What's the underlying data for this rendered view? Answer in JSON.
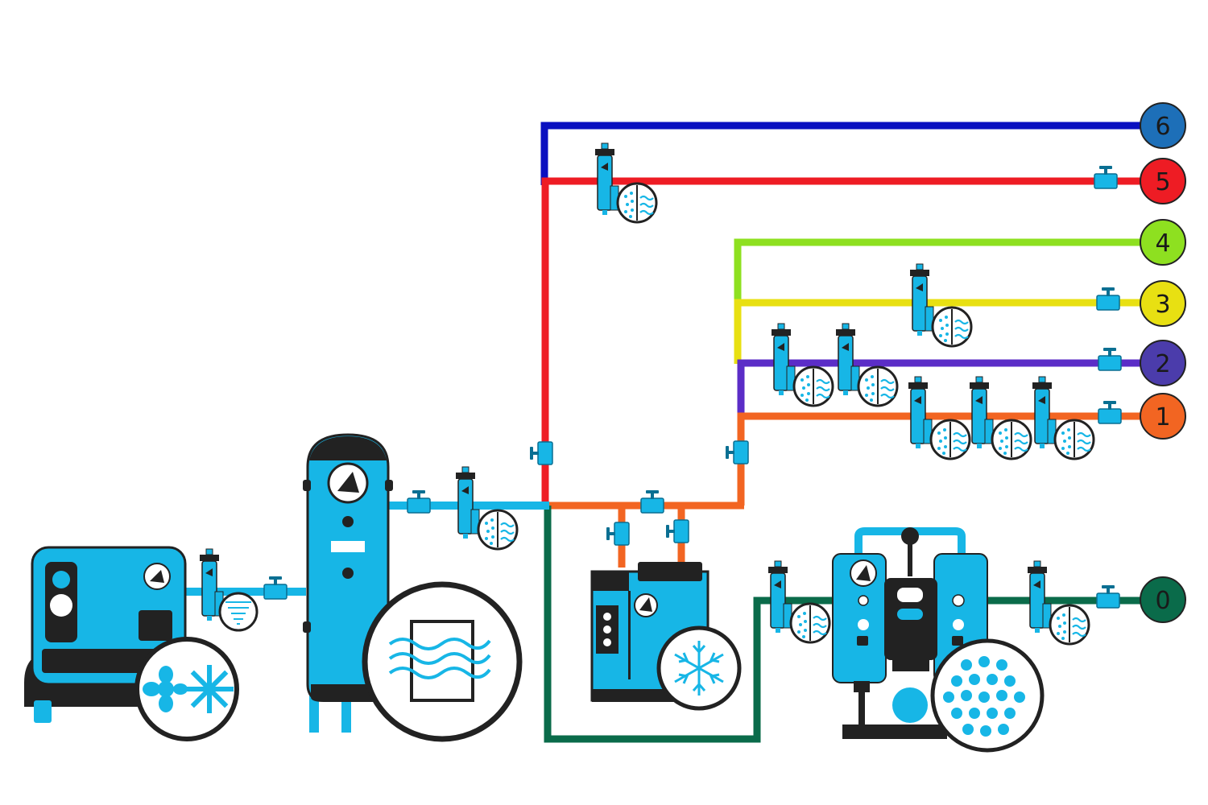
{
  "colors": {
    "equipment": "#1ab8e8",
    "dark": "#222222",
    "air_main": "#17b6e6",
    "line_0": "#0a6b4a",
    "line_1": "#f26522",
    "line_2": "#5b2dc7",
    "line_3": "#e8e012",
    "line_4": "#8ee020",
    "line_5": "#ee1c24",
    "line_6": "#0a10c0",
    "hub": "#f26522"
  },
  "outlets": [
    {
      "label": "6",
      "color": "#1d6fb8"
    },
    {
      "label": "5",
      "color": "#ee1c24"
    },
    {
      "label": "4",
      "color": "#8ee020"
    },
    {
      "label": "3",
      "color": "#e8e012"
    },
    {
      "label": "2",
      "color": "#4b3cab"
    },
    {
      "label": "1",
      "color": "#f26522"
    },
    {
      "label": "0",
      "color": "#0a6b4a"
    }
  ],
  "equipment": [
    {
      "name": "compressor",
      "icon": "fan-icon"
    },
    {
      "name": "receiver-tank",
      "icon": "air-flow-icon"
    },
    {
      "name": "refrigeration-dryer",
      "icon": "snowflake-icon"
    },
    {
      "name": "adsorption-dryer",
      "icon": "desiccant-beads-icon"
    }
  ]
}
